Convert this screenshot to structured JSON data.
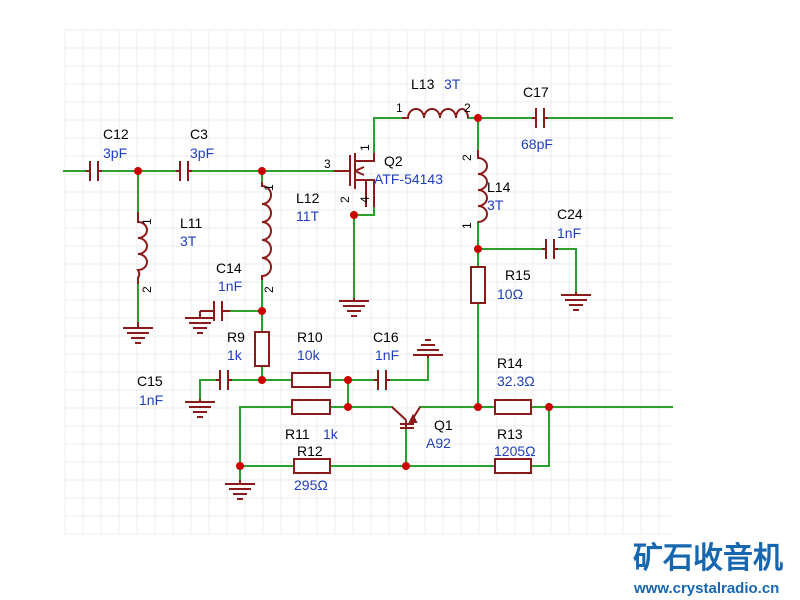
{
  "components": {
    "C12": {
      "ref": "C12",
      "value": "3pF"
    },
    "C3": {
      "ref": "C3",
      "value": "3pF"
    },
    "L11": {
      "ref": "L11",
      "value": "3T",
      "pin1": "1",
      "pin2": "2"
    },
    "L12": {
      "ref": "L12",
      "value": "11T",
      "pin1": "1",
      "pin2": "2"
    },
    "L13": {
      "ref": "L13",
      "value": "3T",
      "pin1": "1",
      "pin2": "2"
    },
    "L14": {
      "ref": "L14",
      "value": "3T",
      "pin1": "1",
      "pin2": "2"
    },
    "C17": {
      "ref": "C17",
      "value": "68pF"
    },
    "Q2": {
      "ref": "Q2",
      "value": "ATF-54143",
      "pin1": "1",
      "pin2": "2",
      "pin3": "3",
      "pin4": "4"
    },
    "C24": {
      "ref": "C24",
      "value": "1nF"
    },
    "R15": {
      "ref": "R15",
      "value": "10Ω"
    },
    "C14": {
      "ref": "C14",
      "value": "1nF"
    },
    "R9": {
      "ref": "R9",
      "value": "1k"
    },
    "R10": {
      "ref": "R10",
      "value": "10k"
    },
    "C16": {
      "ref": "C16",
      "value": "1nF"
    },
    "C15": {
      "ref": "C15",
      "value": "1nF"
    },
    "R14": {
      "ref": "R14",
      "value": "32.3Ω"
    },
    "Q1": {
      "ref": "Q1",
      "value": "A92"
    },
    "R11": {
      "ref": "R11",
      "value": "1k"
    },
    "R12": {
      "ref": "R12",
      "value": "295Ω"
    },
    "R13": {
      "ref": "R13",
      "value": "1205Ω"
    }
  },
  "watermark": {
    "logo_text": "矿石收音机",
    "url": "www.crystalradio.cn"
  },
  "colors": {
    "wire": "#2ca02c",
    "part": "#8b1a1a",
    "junction": "#cc0000",
    "ref_text": "#000000",
    "value_text": "#1f3fbf",
    "logo": "#1767b0"
  }
}
